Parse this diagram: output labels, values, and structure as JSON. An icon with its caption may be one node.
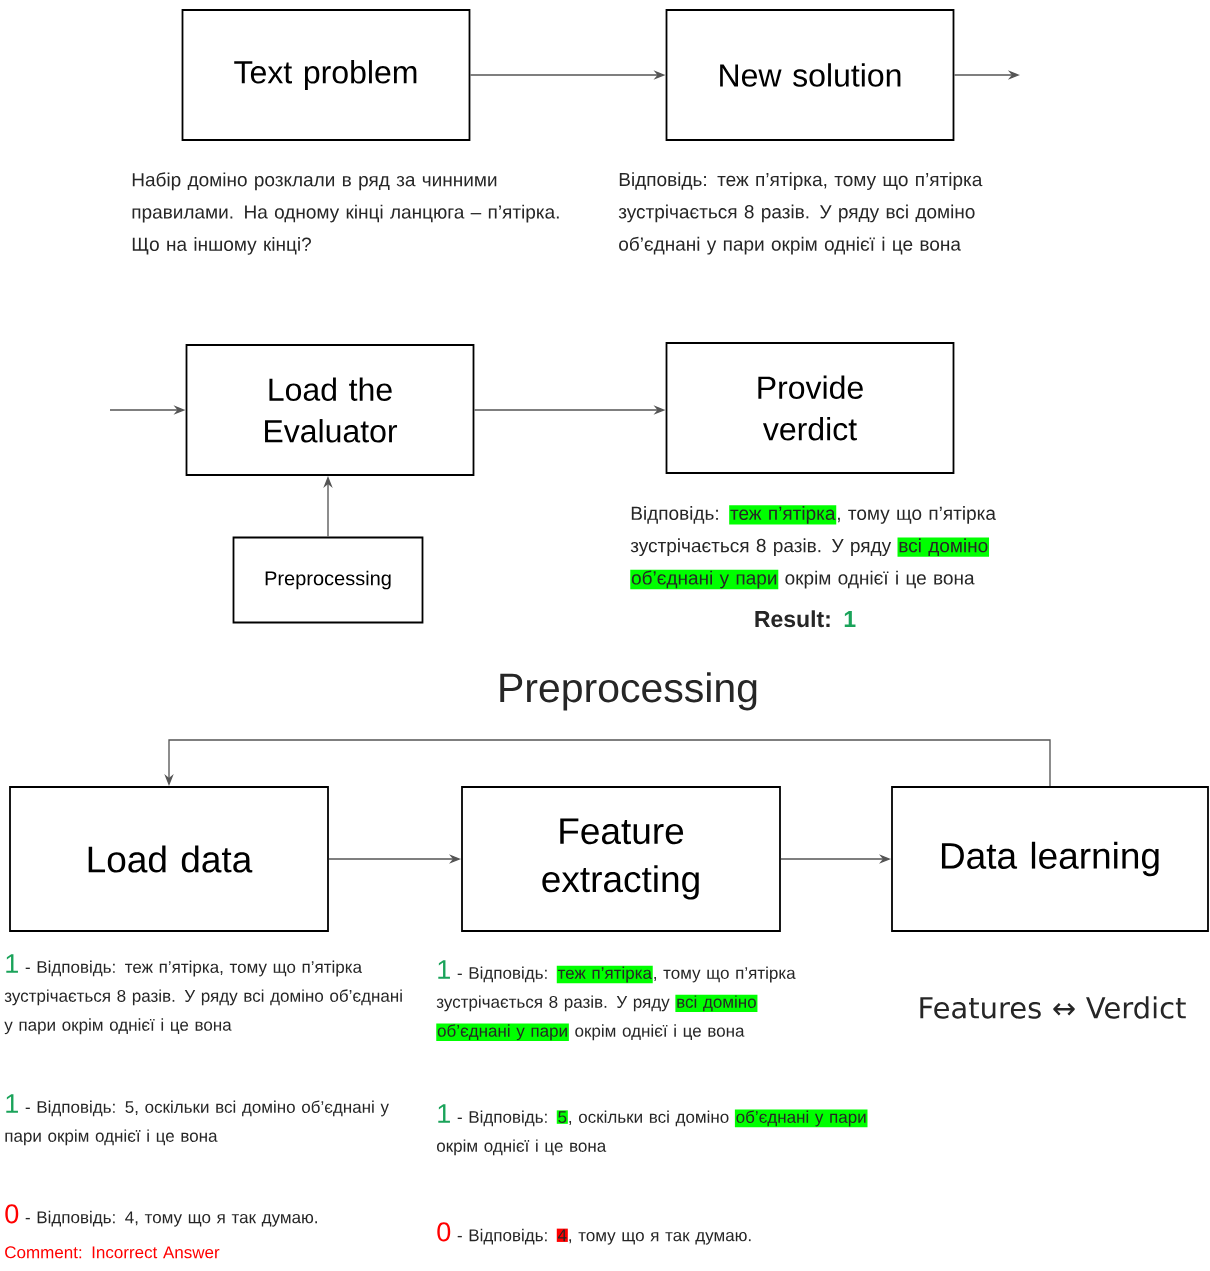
{
  "diagram": {
    "nodes": [
      {
        "text": [
          "Text problem"
        ]
      },
      {
        "text": [
          "New solution"
        ]
      },
      {
        "text": [
          "Load the Evaluator"
        ]
      },
      {
        "text": [
          "Provide verdict"
        ]
      },
      {
        "text": [
          "Preprocessing"
        ]
      },
      {
        "text": [
          "Load data"
        ]
      },
      {
        "text": [
          "Feature extracting"
        ]
      },
      {
        "text": [
          "Data learning"
        ]
      }
    ],
    "edges": [
      {
        "from": 0,
        "to": 1,
        "arrow": "to"
      },
      {
        "from": 1,
        "to": null,
        "arrow": "to"
      },
      {
        "from": null,
        "to": 2,
        "arrow": "to"
      },
      {
        "from": 2,
        "to": 3,
        "arrow": "to"
      },
      {
        "from": 4,
        "to": 2,
        "arrow": "to"
      },
      {
        "from": 7,
        "to": 5,
        "arrow": "to"
      },
      {
        "from": 5,
        "to": 6,
        "arrow": "to"
      },
      {
        "from": 6,
        "to": 7,
        "arrow": "to"
      }
    ],
    "labels": [
      "Набір доміно розклали в ряд за чинними правилами. На одному кінці ланцюга – п’ятірка. Що на іншому кінці?",
      "Відповідь: теж п’ятірка, тому що п’ятірка зустрічається 8 разів. У ряду всі доміно об’єднані у пари окрім однієї і це вона",
      "Відповідь:",
      "теж п’ятірка",
      ", тому що п’ятірка зустрічається 8 разів. У ряду",
      "всі доміно",
      "об’єднані у пари",
      "окрім однієї і це вона",
      "Result:",
      "1",
      "Preprocessing",
      "1",
      "- Відповідь: теж п’ятірка, тому що п’ятірка зустрічається 8 разів. У ряду всі доміно об’єднані у пари окрім однієї і це вона",
      "1",
      "- Відповідь: 5, оскільки всі доміно об’єднані у пари окрім однієї і це вона",
      "0",
      "- Відповідь: 4, тому що я так думаю.",
      "Comment: Incorrect Answer",
      "1",
      "- Відповідь:",
      "теж п’ятірка",
      ", тому що п’ятірка зустрічається 8 разів. У ряду",
      "всі доміно",
      "об’єднані у пари",
      "окрім однієї і це вона",
      "1",
      "- Відповідь:",
      "5",
      ", оскільки всі доміно",
      "об’єднані у пари",
      "окрім однієї і це вона",
      "0",
      "- Відповідь:",
      "4",
      ", тому що я так думаю.",
      "Features ↔ Verdict"
    ]
  }
}
